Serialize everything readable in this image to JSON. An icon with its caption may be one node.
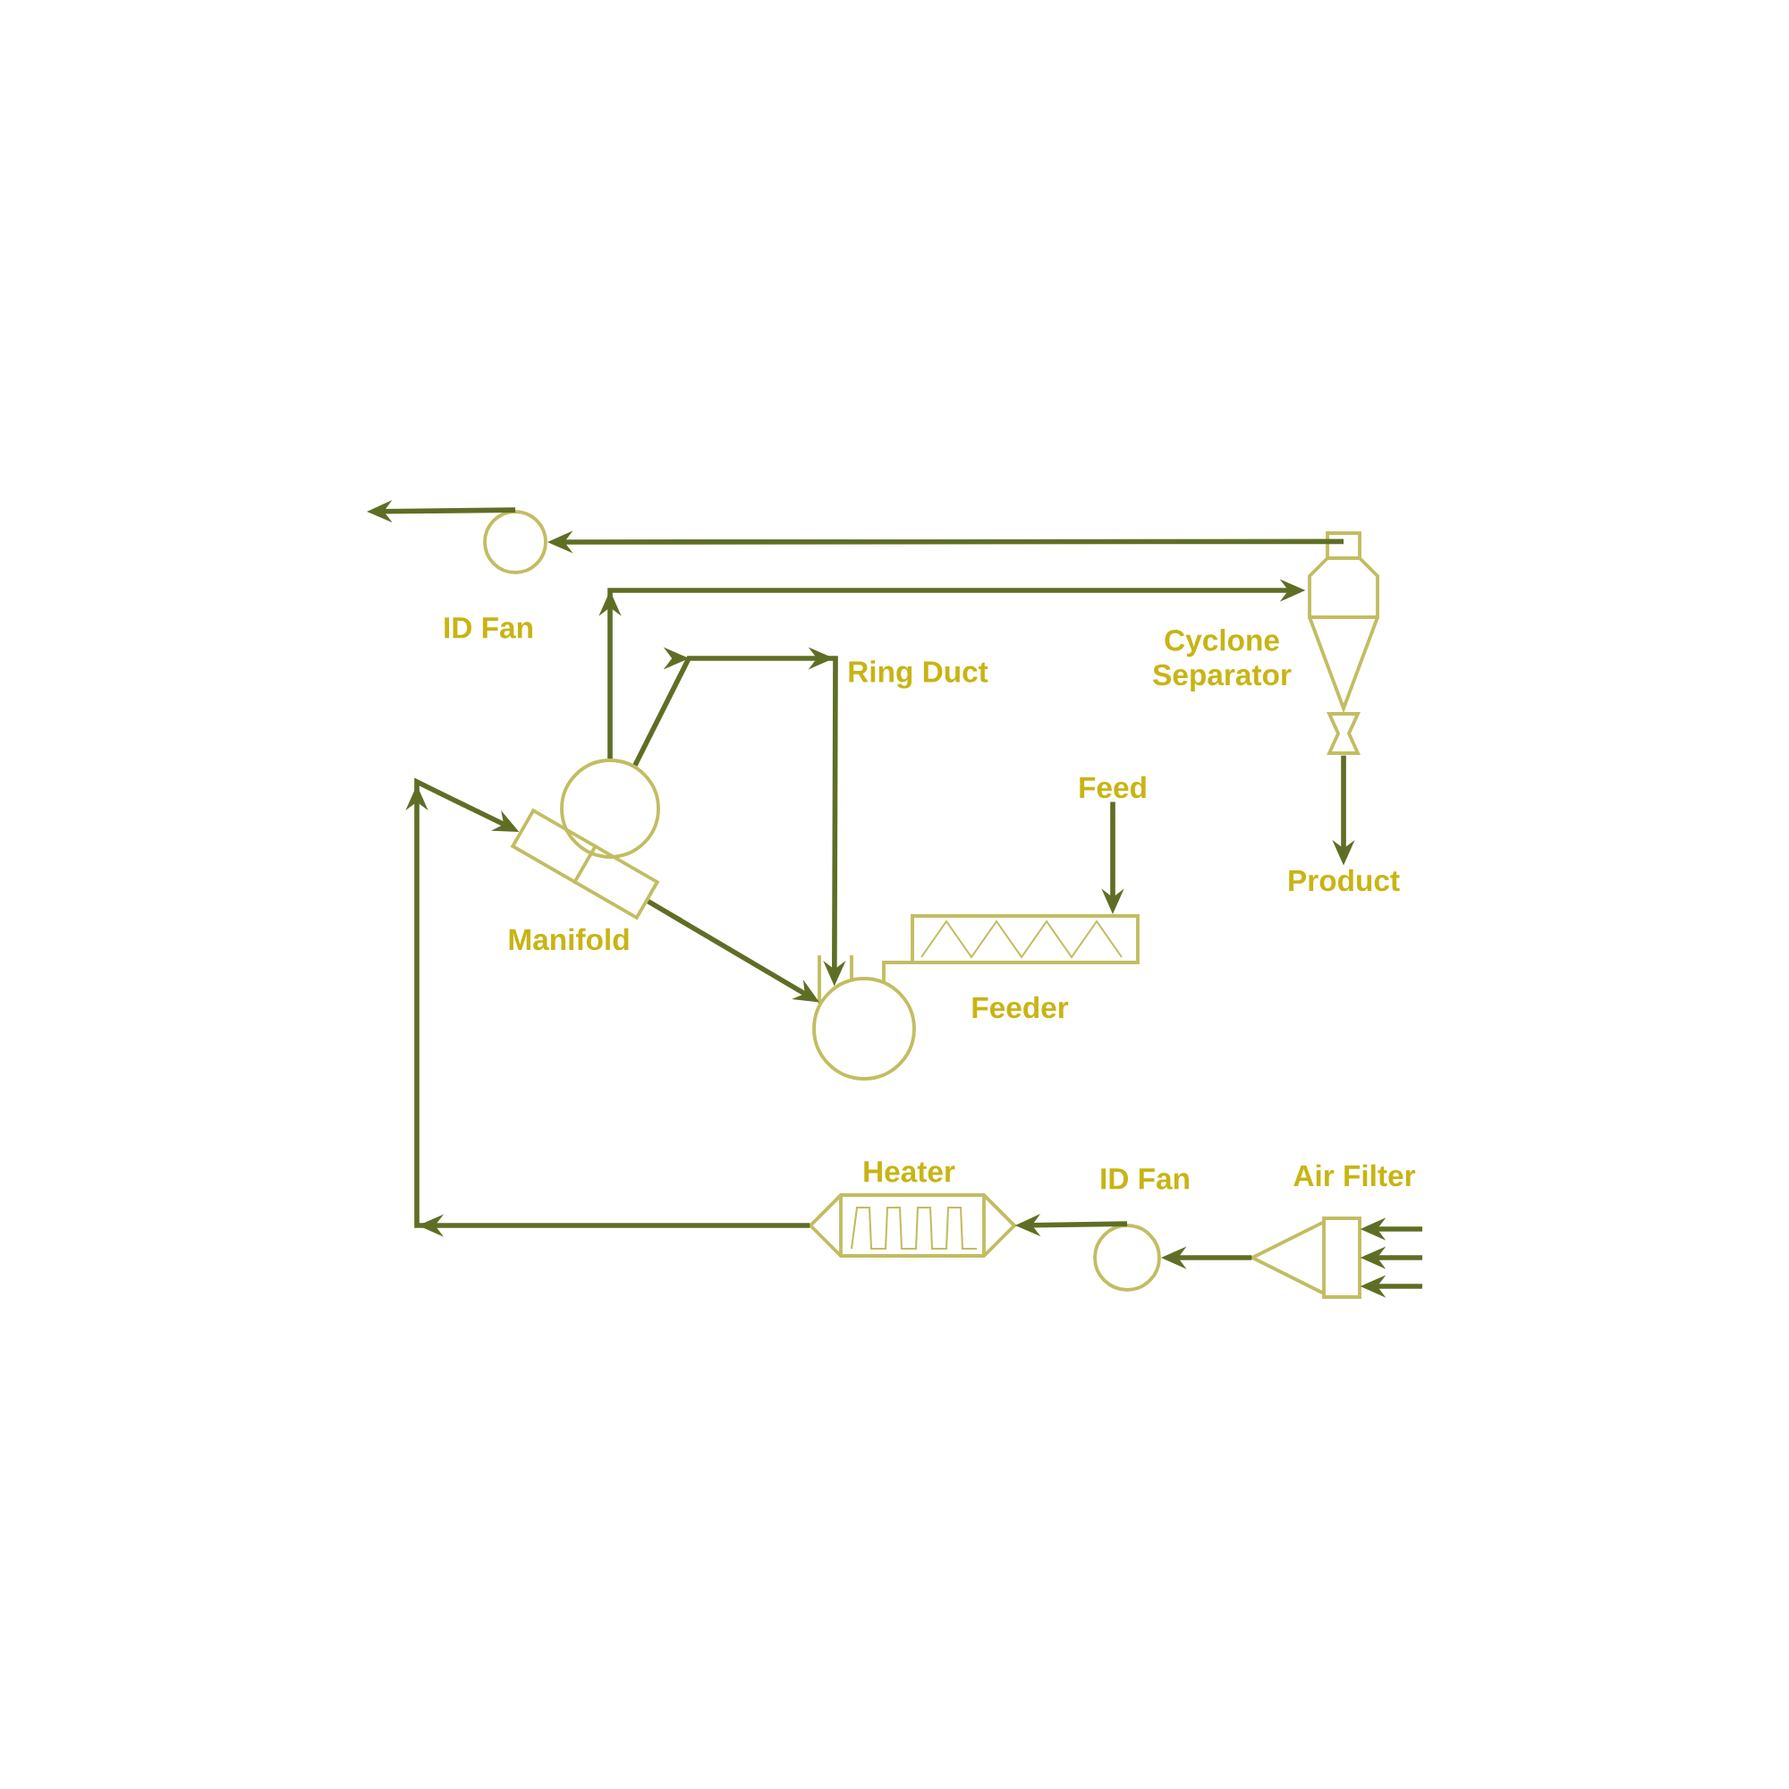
{
  "diagram": {
    "nodes": [
      {
        "text": [
          "ID Fan"
        ]
      },
      {
        "text": [
          "Cyclone Separator"
        ]
      },
      {
        "text": [],
        "shape": "circle"
      },
      {
        "text": [
          "Feed"
        ]
      },
      {
        "text": [
          "Manifold"
        ]
      },
      {
        "text": [
          "Product"
        ]
      },
      {
        "text": [
          "Feeder"
        ]
      },
      {
        "text": [],
        "shape": "circle"
      },
      {
        "text": [
          "Heater"
        ]
      },
      {
        "text": [
          "ID Fan"
        ]
      },
      {
        "text": [
          "Air Filter"
        ]
      }
    ],
    "edges": [
      {
        "from": 1,
        "to": 0,
        "arrow": "to"
      },
      {
        "from": 0,
        "to": null,
        "arrow": "to"
      },
      {
        "from": 2,
        "to": 1,
        "arrow": "to"
      },
      {
        "from": 2,
        "to": 7,
        "arrow": "to"
      },
      {
        "from": 3,
        "to": 6,
        "arrow": "to"
      },
      {
        "from": 1,
        "to": 5,
        "arrow": "to"
      },
      {
        "from": 8,
        "to": 4,
        "arrow": "to"
      },
      {
        "from": 4,
        "to": 7,
        "arrow": "to"
      },
      {
        "from": 9,
        "to": 8,
        "arrow": "to"
      },
      {
        "from": 10,
        "to": 9,
        "arrow": "to"
      },
      {
        "from": null,
        "to": 10,
        "arrow": "to"
      },
      {
        "from": null,
        "to": 10,
        "arrow": "to"
      },
      {
        "from": null,
        "to": 10,
        "arrow": "to"
      }
    ],
    "labels": [
      "Ring Duct"
    ]
  }
}
